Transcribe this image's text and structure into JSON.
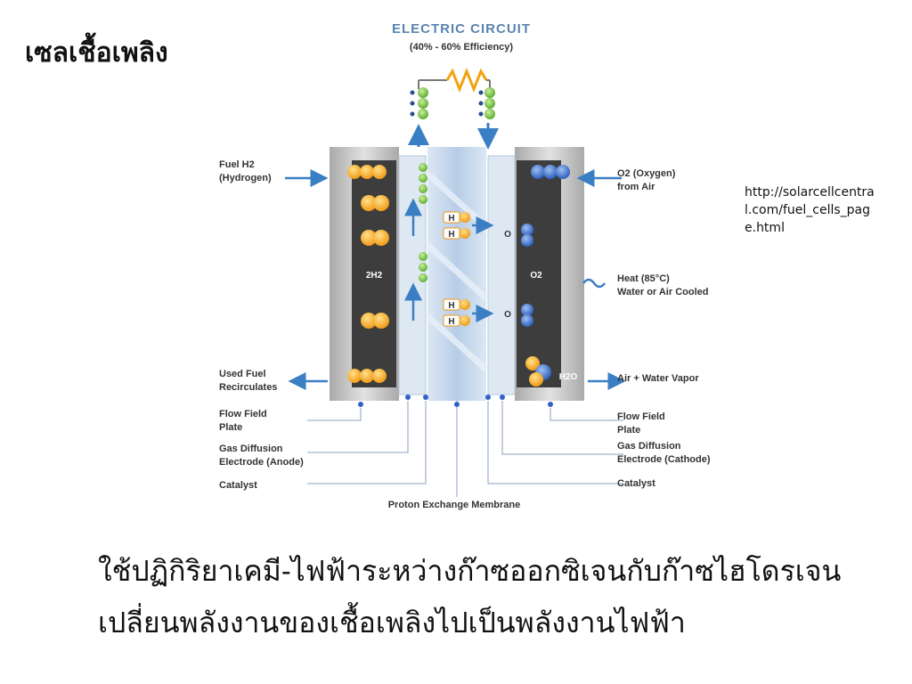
{
  "slide": {
    "title": "เซลเชื้อเพลิง",
    "source_url": "http://solarcellcentral.com/fuel_cells_page.html",
    "body_lines": [
      "ใช้ปฏิกิริยาเคมี-ไฟฟ้าระหว่างก๊าซออกซิเจนกับก๊าซไฮโดรเจน",
      "เปลี่ยนพลังงานของเชื้อเพลิงไปเป็นพลังงานไฟฟ้า"
    ]
  },
  "diagram": {
    "header_title": "ELECTRIC CIRCUIT",
    "header_subtitle": "(40% - 60% Efficiency)",
    "left_labels": {
      "fuel_line1": "Fuel H2",
      "fuel_line2": "(Hydrogen)",
      "used_line1": "Used Fuel",
      "used_line2": "Recirculates",
      "flow_line1": "Flow Field",
      "flow_line2": "Plate",
      "gde_line1": "Gas Diffusion",
      "gde_line2": "Electrode (Anode)",
      "catalyst": "Catalyst"
    },
    "right_labels": {
      "o2_line1": "O2 (Oxygen)",
      "o2_line2": "from Air",
      "heat_line1": "Heat (85°C)",
      "heat_line2": "Water or Air Cooled",
      "air_water": "Air + Water Vapor",
      "flow_line1": "Flow Field",
      "flow_line2": "Plate",
      "gde_line1": "Gas Diffusion",
      "gde_line2": "Electrode (Cathode)",
      "catalyst": "Catalyst"
    },
    "bottom_label": "Proton Exchange Membrane",
    "inner_labels": {
      "h2": "2H2",
      "o2": "O2",
      "h2o": "H2O",
      "proton": "H",
      "oxygen_ion": "O"
    },
    "colors": {
      "anode_fill": "#3d3d3d",
      "plate_fill": "#c4c4c4",
      "electrolyte_fill": "#c7d9ec",
      "hydrogen_atom": "#f5a623",
      "oxygen_atom": "#2f62c8",
      "electron": "#6fbe3a",
      "arrow": "#3a7fc4",
      "resistor": "#f2a20c"
    }
  }
}
